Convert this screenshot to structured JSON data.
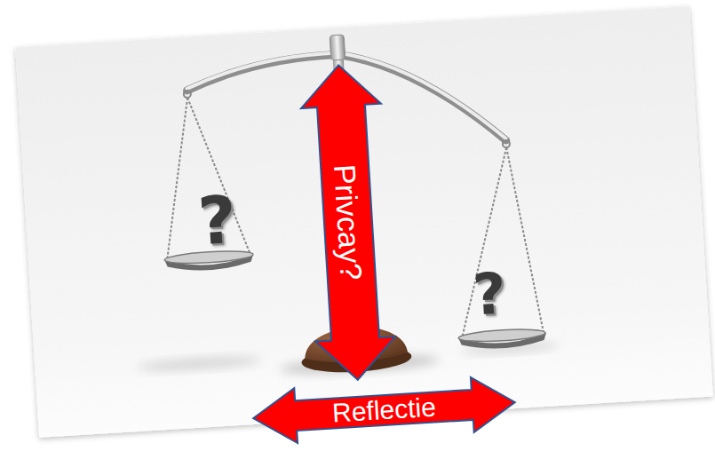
{
  "diagram": {
    "nodes": [
      {
        "text": [
          "Privcay?"
        ]
      },
      {
        "text": [
          "Reflectie"
        ]
      }
    ],
    "labels": [
      "?",
      "?"
    ]
  }
}
